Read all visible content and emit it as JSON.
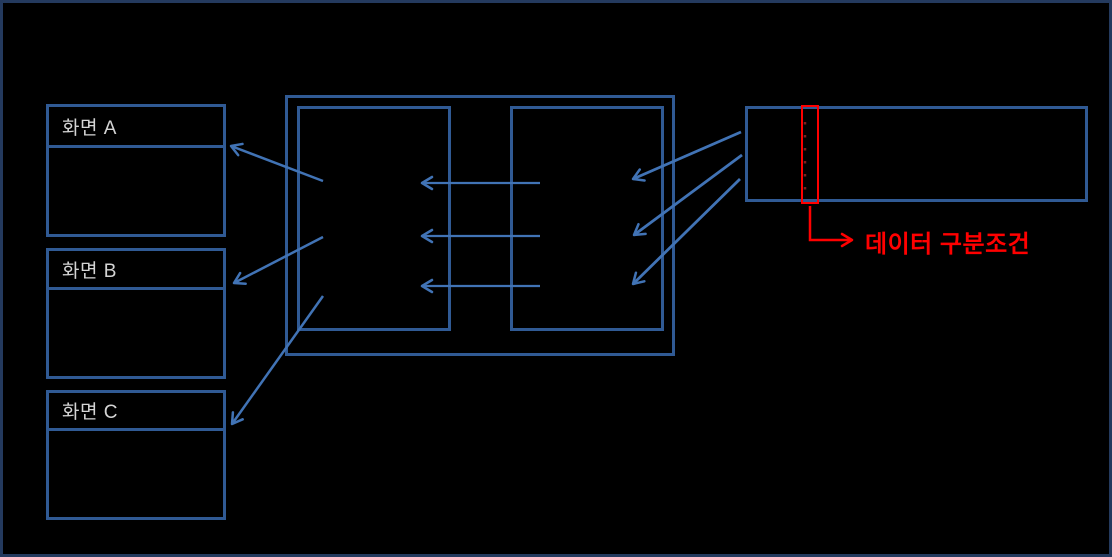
{
  "screens": [
    {
      "label": "화면 A"
    },
    {
      "label": "화면 B"
    },
    {
      "label": "화면 C"
    }
  ],
  "annotation": {
    "label": "데이터 구분조건"
  },
  "colors": {
    "background": "#000000",
    "outer_frame": "#243A5E",
    "box_border": "#305A94",
    "arrow_blue": "#4173B5",
    "screen_label_text": "#D4D4D4",
    "highlight_red": "#FF0000",
    "highlight_tick_dark_red": "#7F1D1D"
  }
}
